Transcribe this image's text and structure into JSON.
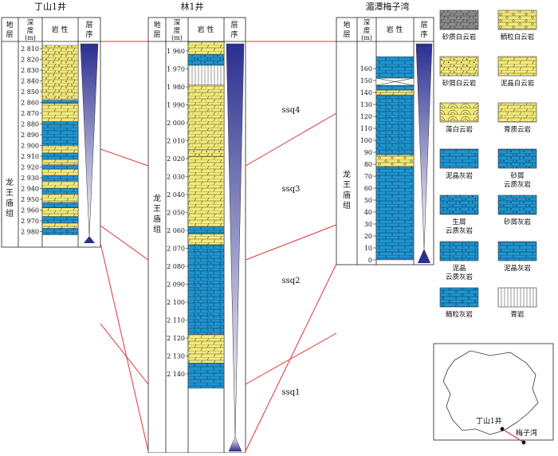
{
  "wells": [
    {
      "id": "dingshan",
      "title": "丁山1井",
      "headers": [
        "地层",
        "深度(m)",
        "岩性",
        "层序"
      ],
      "formation": "龙王庙组",
      "depth_ticks": [
        "2 810",
        "2 820",
        "2 830",
        "2 840",
        "2 850",
        "2 860",
        "2 870",
        "2 880",
        "2 890",
        "2 900",
        "2 910",
        "2 920",
        "2 930",
        "2 940",
        "2 950",
        "2 960",
        "2 970",
        "2 980"
      ],
      "lithology": [
        {
          "from": 2807,
          "to": 2858,
          "rock": "sandy-dolomite"
        },
        {
          "from": 2858,
          "to": 2861,
          "rock": "micrite-limestone"
        },
        {
          "from": 2861,
          "to": 2878,
          "rock": "micrite-dolomite"
        },
        {
          "from": 2878,
          "to": 2900,
          "rock": "micrite-limestone"
        },
        {
          "from": 2900,
          "to": 2907,
          "rock": "micrite-dolomite"
        },
        {
          "from": 2907,
          "to": 2913,
          "rock": "micrite-limestone"
        },
        {
          "from": 2913,
          "to": 2918,
          "rock": "micrite-dolomite"
        },
        {
          "from": 2918,
          "to": 2922,
          "rock": "micrite-limestone"
        },
        {
          "from": 2922,
          "to": 2928,
          "rock": "micrite-dolomite"
        },
        {
          "from": 2928,
          "to": 2933,
          "rock": "micrite-limestone"
        },
        {
          "from": 2933,
          "to": 2940,
          "rock": "micrite-dolomite"
        },
        {
          "from": 2940,
          "to": 2945,
          "rock": "micrite-limestone"
        },
        {
          "from": 2945,
          "to": 2953,
          "rock": "micrite-dolomite"
        },
        {
          "from": 2953,
          "to": 2958,
          "rock": "micrite-limestone"
        },
        {
          "from": 2958,
          "to": 2966,
          "rock": "micrite-dolomite"
        },
        {
          "from": 2966,
          "to": 2972,
          "rock": "micrite-limestone"
        },
        {
          "from": 2972,
          "to": 2977,
          "rock": "micrite-dolomite"
        },
        {
          "from": 2977,
          "to": 2983,
          "rock": "oolitic-limestone"
        }
      ]
    },
    {
      "id": "lin1",
      "title": "林1井",
      "headers": [
        "地层",
        "深度(m)",
        "岩性",
        "层序"
      ],
      "formation": "龙王庙组",
      "depth_ticks": [
        "1 960",
        "1 970",
        "1 980",
        "1 990",
        "2 000",
        "2 010",
        "2 020",
        "2 030",
        "2 040",
        "2 050",
        "2 060",
        "2 070",
        "2 080",
        "2 090",
        "2 100",
        "2 110",
        "2 120",
        "2 130",
        "2 140"
      ],
      "lithology": [
        {
          "from": 1955,
          "to": 1962,
          "rock": "micrite-dolomite"
        },
        {
          "from": 1962,
          "to": 1968,
          "rock": "sandy-cloudy-limestone"
        },
        {
          "from": 1968,
          "to": 1979,
          "rock": "gypsum"
        },
        {
          "from": 1979,
          "to": 2015,
          "rock": "gypsiferous-dolomite"
        },
        {
          "from": 2015,
          "to": 2019,
          "rock": "sandy-dolomite"
        },
        {
          "from": 2019,
          "to": 2058,
          "rock": "micrite-dolomite"
        },
        {
          "from": 2058,
          "to": 2062,
          "rock": "micrite-limestone"
        },
        {
          "from": 2062,
          "to": 2068,
          "rock": "micrite-dolomite"
        },
        {
          "from": 2068,
          "to": 2118,
          "rock": "micrite-cloudy-limestone"
        },
        {
          "from": 2118,
          "to": 2134,
          "rock": "micrite-dolomite"
        },
        {
          "from": 2134,
          "to": 2148,
          "rock": "micrite-limestone"
        }
      ]
    },
    {
      "id": "meizi",
      "title": "湄潭梅子湾",
      "headers": [
        "地层",
        "深度(m)",
        "岩性",
        "层序"
      ],
      "formation": "龙王庙组",
      "depth_ticks": [
        "0",
        "10",
        "20",
        "30",
        "40",
        "50",
        "60",
        "70",
        "80",
        "90",
        "100",
        "110",
        "120",
        "130",
        "140",
        "150",
        "160"
      ],
      "lithology": [
        {
          "from": 0,
          "to": 78,
          "rock": "micrite-limestone"
        },
        {
          "from": 78,
          "to": 88,
          "rock": "oolitic-dolomite"
        },
        {
          "from": 88,
          "to": 138,
          "rock": "micrite-cloudy-limestone"
        },
        {
          "from": 138,
          "to": 142,
          "rock": "micrite-dolomite"
        },
        {
          "from": 142,
          "to": 146,
          "rock": "micrite-limestone"
        },
        {
          "from": 146,
          "to": 152,
          "rock": "gypsum-cross"
        },
        {
          "from": 152,
          "to": 170,
          "rock": "micrite-limestone"
        }
      ]
    }
  ],
  "sequences": [
    "ssq4",
    "ssq3",
    "ssq2",
    "ssq1"
  ],
  "legend": [
    {
      "id": "sandy-dolomite",
      "label": "砂质白云岩"
    },
    {
      "id": "oolitic-dolomite",
      "label": "鲕粒白云岩"
    },
    {
      "id": "debris-dolomite",
      "label": "砂屑白云岩"
    },
    {
      "id": "micrite-dolomite",
      "label": "泥晶白云岩"
    },
    {
      "id": "algal-dolomite",
      "label": "藻白云岩"
    },
    {
      "id": "gypsiferous-dolomite",
      "label": "膏质云岩"
    },
    {
      "id": "micrite-limestone",
      "label": "泥晶灰岩"
    },
    {
      "id": "sandy-cloudy-limestone",
      "label": "砂屑\n云质灰岩"
    },
    {
      "id": "bio-cloudy-limestone",
      "label": "生屑\n云质灰岩"
    },
    {
      "id": "debris-limestone",
      "label": "砂屑灰岩"
    },
    {
      "id": "micrite-cloudy-limestone",
      "label": "泥晶\n云质灰岩"
    },
    {
      "id": "micrite-limestone-plain",
      "label": "泥晶灰岩"
    },
    {
      "id": "oolitic-limestone",
      "label": "鲕粒灰岩"
    },
    {
      "id": "gypsum",
      "label": "膏岩"
    }
  ],
  "map": {
    "labels": [
      "丁山1井",
      "梅子湾"
    ]
  },
  "colors": {
    "dolomite": "#f3ea7a",
    "limestone": "#1f95d0",
    "sequence_dark": "#2b2f8f",
    "correlation": "#e0343a"
  }
}
